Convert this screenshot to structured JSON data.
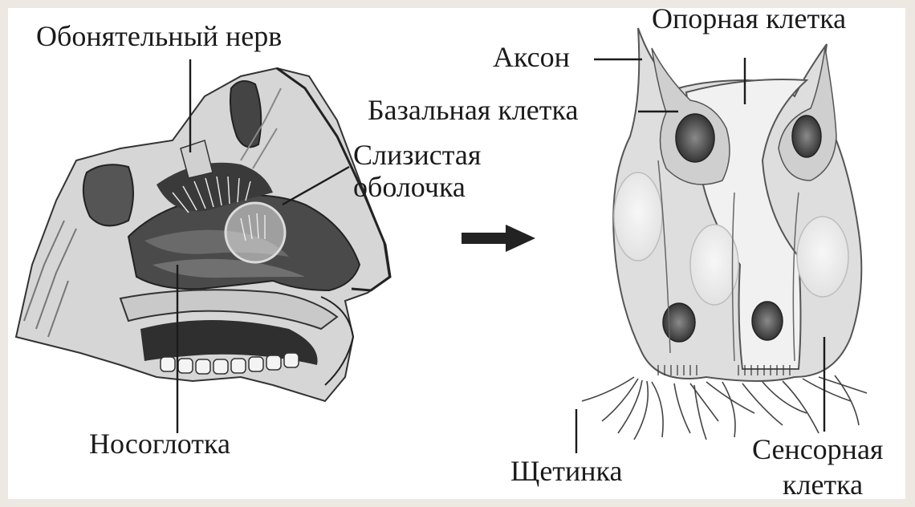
{
  "labels": {
    "olfactory_nerve": "Обонятельный нерв",
    "mucosa_line1": "Слизистая",
    "mucosa_line2": "оболочка",
    "nasopharynx": "Носоглотка",
    "axon": "Аксон",
    "supporting_cell": "Опорная клетка",
    "basal_cell": "Базальная клетка",
    "bristle": "Щетинка",
    "sensory_cell_line1": "Сенсорная",
    "sensory_cell_line2": "клетка"
  },
  "colors": {
    "background": "#ede9e2",
    "panel": "#ffffff",
    "ink": "#1b1b1b",
    "cell_fill": "#e3e3e3",
    "cavity_dark": "#4a4a4a"
  }
}
